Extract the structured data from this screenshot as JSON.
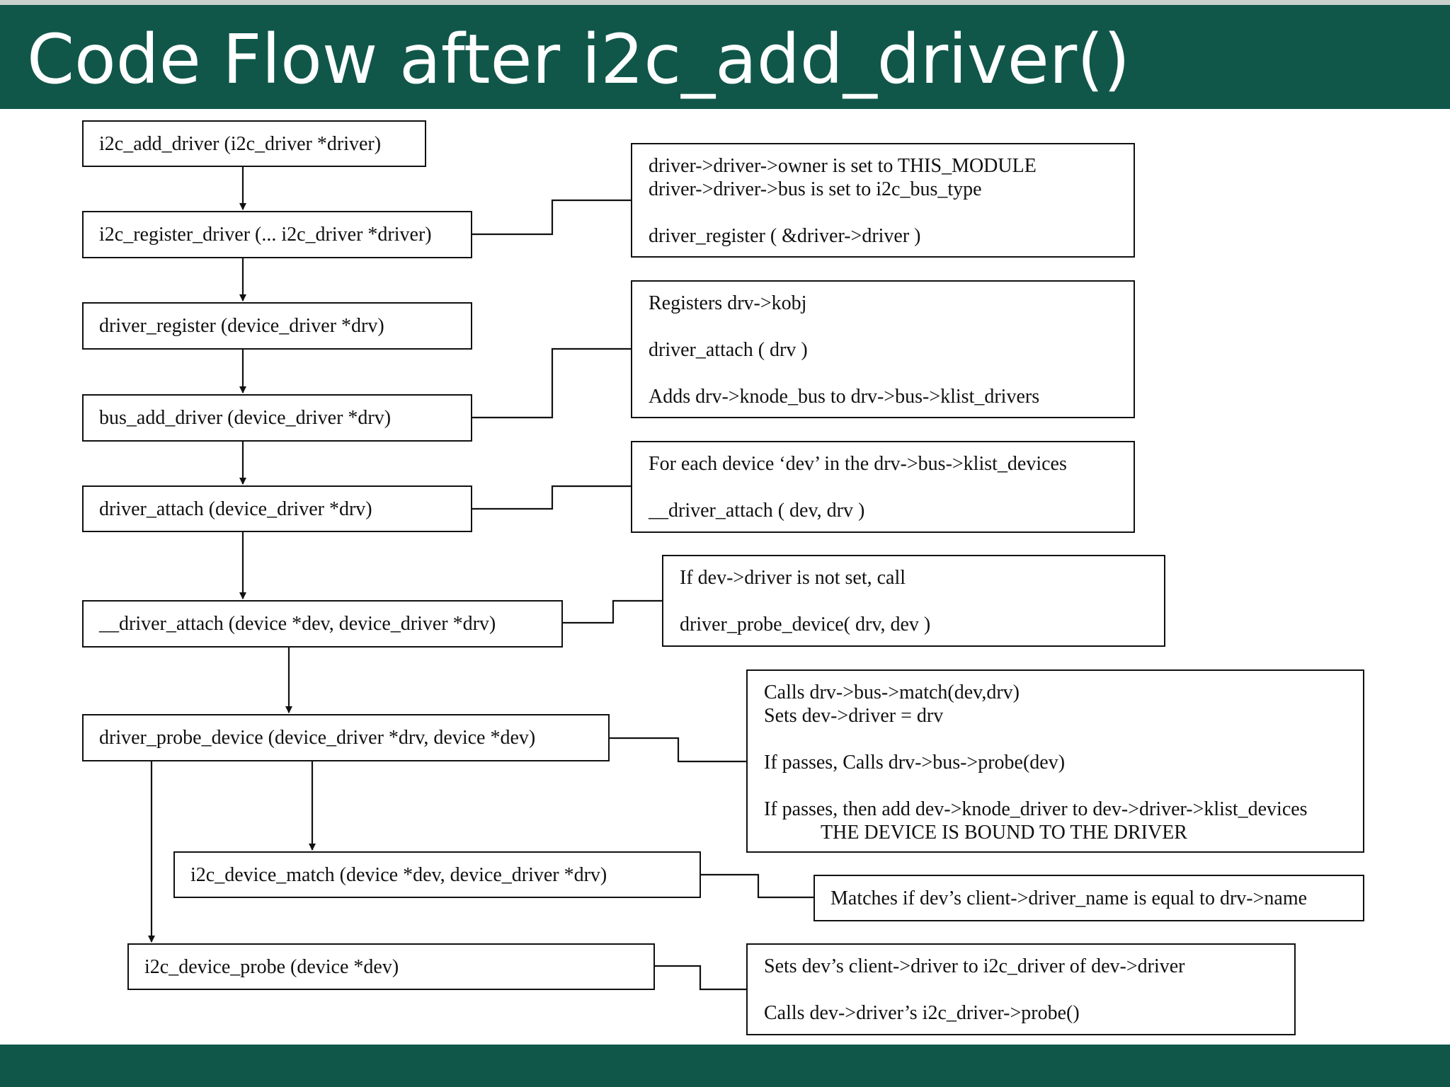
{
  "slide": {
    "title": "Code Flow after i2c_add_driver()"
  },
  "functions": [
    {
      "id": "f1",
      "text": "i2c_add_driver (i2c_driver *driver)"
    },
    {
      "id": "f2",
      "text": "i2c_register_driver (... i2c_driver *driver)"
    },
    {
      "id": "f3",
      "text": "driver_register (device_driver *drv)"
    },
    {
      "id": "f4",
      "text": "bus_add_driver (device_driver *drv)"
    },
    {
      "id": "f5",
      "text": "driver_attach (device_driver *drv)"
    },
    {
      "id": "f6",
      "text": "__driver_attach (device *dev, device_driver *drv)"
    },
    {
      "id": "f7",
      "text": "driver_probe_device (device_driver *drv, device *dev)"
    },
    {
      "id": "f8",
      "text": "i2c_device_match (device *dev, device_driver *drv)"
    },
    {
      "id": "f9",
      "text": "i2c_device_probe (device *dev)"
    }
  ],
  "notes": {
    "register": {
      "line1": "driver->driver->owner  is set to THIS_MODULE",
      "line2": "driver->driver->bus is set to i2c_bus_type",
      "line3": "driver_register ( &driver->driver )"
    },
    "bus_add": {
      "line1": "Registers drv->kobj",
      "line2": "driver_attach ( drv )",
      "line3": "Adds drv->knode_bus to drv->bus->klist_drivers"
    },
    "attach": {
      "line1": "For each device ‘dev’ in the drv->bus->klist_devices",
      "line2": "__driver_attach ( dev, drv )"
    },
    "__attach": {
      "line1": "If dev->driver is not set, call",
      "line2": "driver_probe_device( drv, dev )"
    },
    "probe_device": {
      "line1": "Calls drv->bus->match(dev,drv)",
      "line2": "Sets dev->driver = drv",
      "line3": "If passes, Calls drv->bus->probe(dev)",
      "line4": "If passes, then add dev->knode_driver to dev->driver->klist_devices",
      "line5": "THE DEVICE IS BOUND TO THE DRIVER"
    },
    "match": {
      "line1": "Matches if dev’s client->driver_name is equal to drv->name"
    },
    "probe": {
      "line1": "Sets dev’s client->driver to i2c_driver of dev->driver",
      "line2": "Calls dev->driver’s i2c_driver->probe()"
    }
  }
}
